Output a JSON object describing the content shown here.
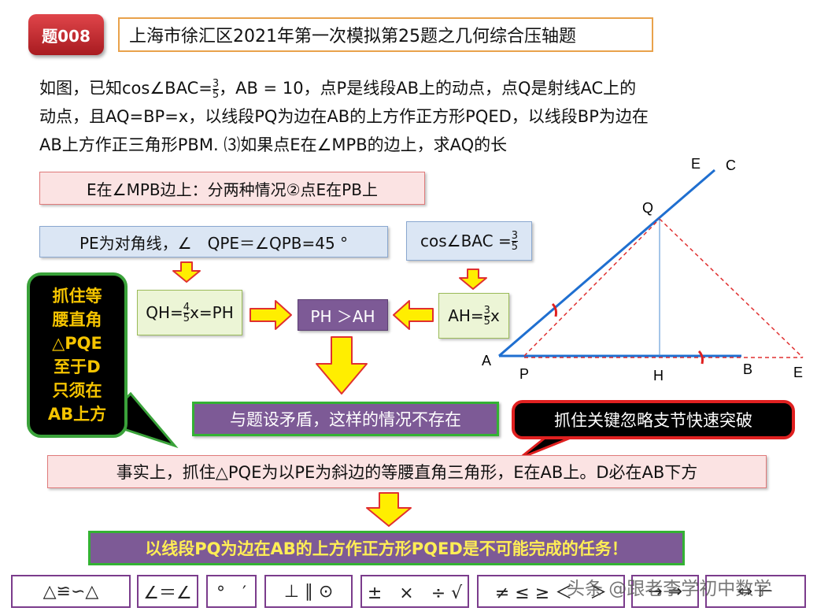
{
  "header": {
    "badge": "题008",
    "title": "上海市徐汇区2021年第一次模拟第25题之几何综合压轴题"
  },
  "problem": {
    "line1_pre": "如图，已知cos∠BAC=",
    "frac_num": "3",
    "frac_den": "5",
    "line1_post": "，AB = 10，点P是线段AB上的动点，点Q是射线AC上的",
    "line2": "动点，且AQ=BP=x，以线段PQ为边在AB的上方作正方形PQED，以线段BP为边在",
    "line3": "AB上方作正三角形PBM. ⑶如果点E在∠MPB的边上，求AQ的长"
  },
  "case_box": "E在∠MPB边上：分两种情况②点E在PB上",
  "pe_box": "PE为对角线，∠　QPE＝∠QPB=45 °",
  "cos_box": {
    "pre": "cos∠BAC = ",
    "num": "3",
    "den": "5"
  },
  "qh_box": {
    "pre": "QH=",
    "num": "4",
    "den": "5",
    "post": "x=PH"
  },
  "ah_box": {
    "pre": "AH=",
    "num": "3",
    "den": "5",
    "post": "x"
  },
  "compare_box": "PH ＞AH",
  "bubble_lines": [
    "抓住等",
    "腰直角",
    "△PQE",
    "至于D",
    "只须在",
    "AB上方"
  ],
  "contradiction": "与题设矛盾，这样的情况不存在",
  "key_tip": "抓住关键忽略支节快速突破",
  "fact": "事实上，抓住△PQE为以PE为斜边的等腰直角三角形，E在AB上。D必在AB下方",
  "conclusion": "以线段PQ为边在AB的上方作正方形PQED是不可能完成的任务！",
  "symbols": [
    "△≌∽△",
    "∠＝∠",
    "°　′",
    "⊥ ∥ ⊙",
    "±　×　÷ √",
    "≠ ≤ ≥ ＜　＞",
    "→ ⇒",
    "⇔ ⊢"
  ],
  "watermark": "头条 @跟老李学初中数学",
  "diagram_labels": {
    "A": "A",
    "P": "P",
    "H": "H",
    "B": "B",
    "E_bottom": "E",
    "Q": "Q",
    "E_top": "E",
    "C": "C"
  },
  "colors": {
    "ray": "#1f6fd0",
    "dashed": "#e03030",
    "arrow_fill": "#ffee00",
    "arrow_stroke": "#e03030"
  }
}
